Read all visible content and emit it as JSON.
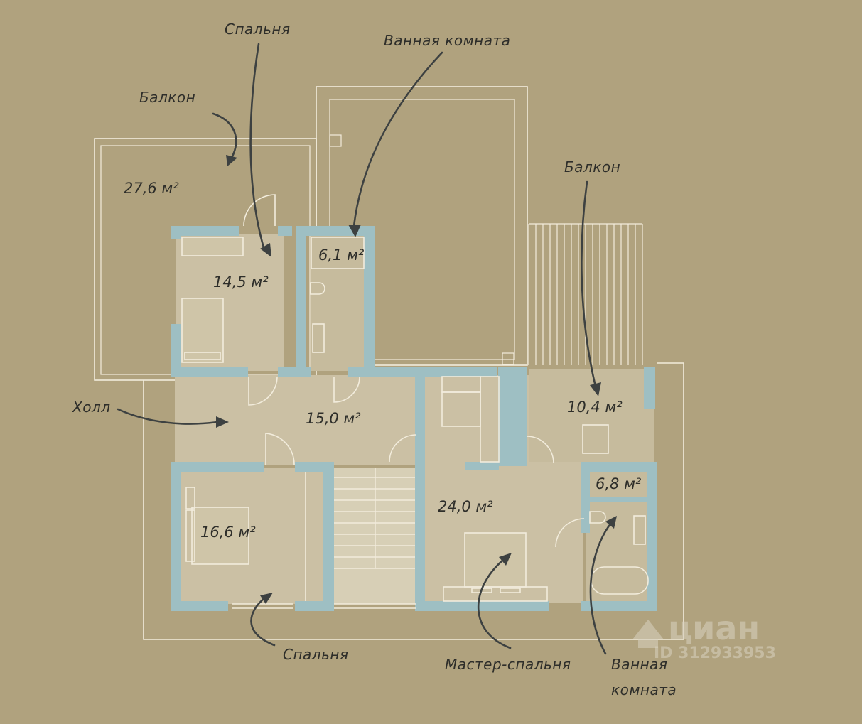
{
  "rooms": {
    "balcony_top_left": "27,6 м²",
    "bedroom_top": "14,5 м²",
    "bathroom_top": "6,1 м²",
    "hall": "15,0 м²",
    "balcony_right": "10,4 м²",
    "bedroom_bottom": "16,6 м²",
    "master_bedroom": "24,0 м²",
    "bathroom_bottom": "6,8 м²"
  },
  "labels": {
    "bedroom_top": "Спальня",
    "bathroom_top": "Ванная комната",
    "balcony_top_left": "Балкон",
    "balcony_right": "Балкон",
    "hall": "Холл",
    "bedroom_bottom": "Спальня",
    "master_bedroom": "Мастер-спальня",
    "bathroom_bottom_line1": "Ванная",
    "bathroom_bottom_line2": "комната"
  },
  "watermark": {
    "brand": "циан",
    "id": "ID 312933953"
  },
  "colors": {
    "background": "#b0a27e",
    "room_fill": "#cbc0a4",
    "wall": "#9ebfc3",
    "outline": "#f2ecdc",
    "arrow": "#3d4141"
  }
}
